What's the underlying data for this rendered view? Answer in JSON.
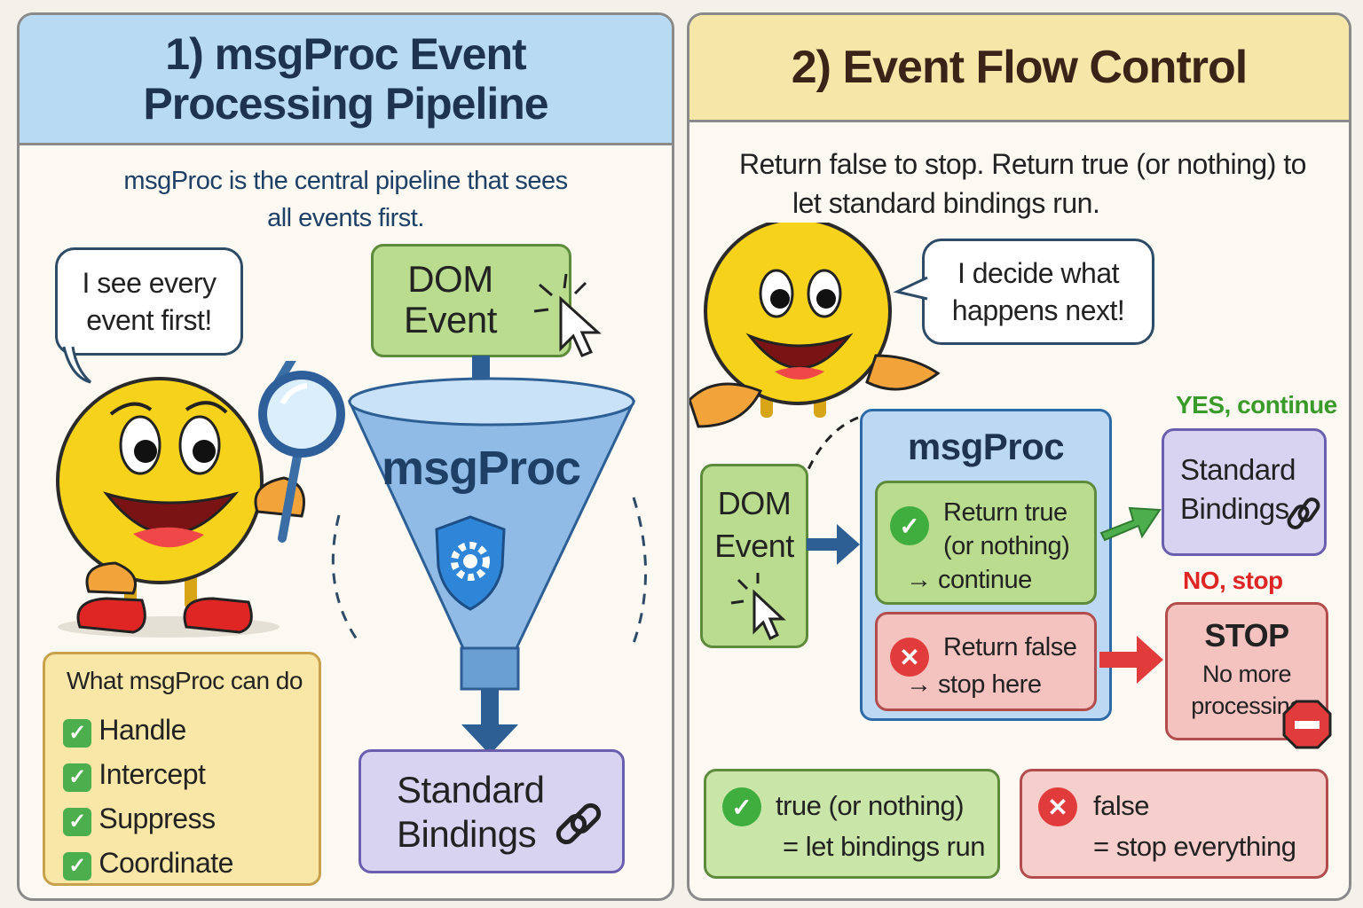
{
  "left": {
    "title_line1": "1) msgProc Event",
    "title_line2": "Processing Pipeline",
    "subtitle_line1": "msgProc is the central pipeline that sees",
    "subtitle_line2": "all events first.",
    "speech_line1": "I see every",
    "speech_line2": "event first!",
    "dom_event_line1": "DOM",
    "dom_event_line2": "Event",
    "funnel_label": "msgProc",
    "bindings_line1": "Standard",
    "bindings_line2": "Bindings",
    "capabilities_title": "What msgProc can do",
    "capabilities": [
      "Handle",
      "Intercept",
      "Suppress",
      "Coordinate"
    ]
  },
  "right": {
    "title": "2) Event Flow Control",
    "intro_line1": "Return false to stop. Return true (or nothing) to",
    "intro_line2": "let standard bindings run.",
    "speech_line1": "I decide what",
    "speech_line2": "happens next!",
    "dom_event_line1": "DOM",
    "dom_event_line2": "Event",
    "msgproc_label": "msgProc",
    "true_line1": "Return true",
    "true_line2": "(or nothing)",
    "true_line3": "→ continue",
    "false_line1": "Return false",
    "false_line2": "→ stop here",
    "yes_label": "YES, continue",
    "no_label": "NO, stop",
    "bindings_line1": "Standard",
    "bindings_line2": "Bindings",
    "stop_title": "STOP",
    "stop_line1": "No more",
    "stop_line2": "processing",
    "summary_true_line1": "true (or nothing)",
    "summary_true_line2": "= let bindings run",
    "summary_false_line1": "false",
    "summary_false_line2": "= stop everything"
  },
  "colors": {
    "green_box": "#b9dc8f",
    "purple_box": "#d9d3f2",
    "red_box": "#f4c3c0",
    "yellow_box": "#f8e7a6",
    "blue_box": "#bcd8f3",
    "funnel": "#8fbbe6",
    "emoji": "#f6d21a"
  },
  "icons": [
    "magnifier-icon",
    "cursor-icon",
    "gear-shield-icon",
    "chain-link-icon",
    "check-icon",
    "cross-icon",
    "stop-sign-icon"
  ]
}
